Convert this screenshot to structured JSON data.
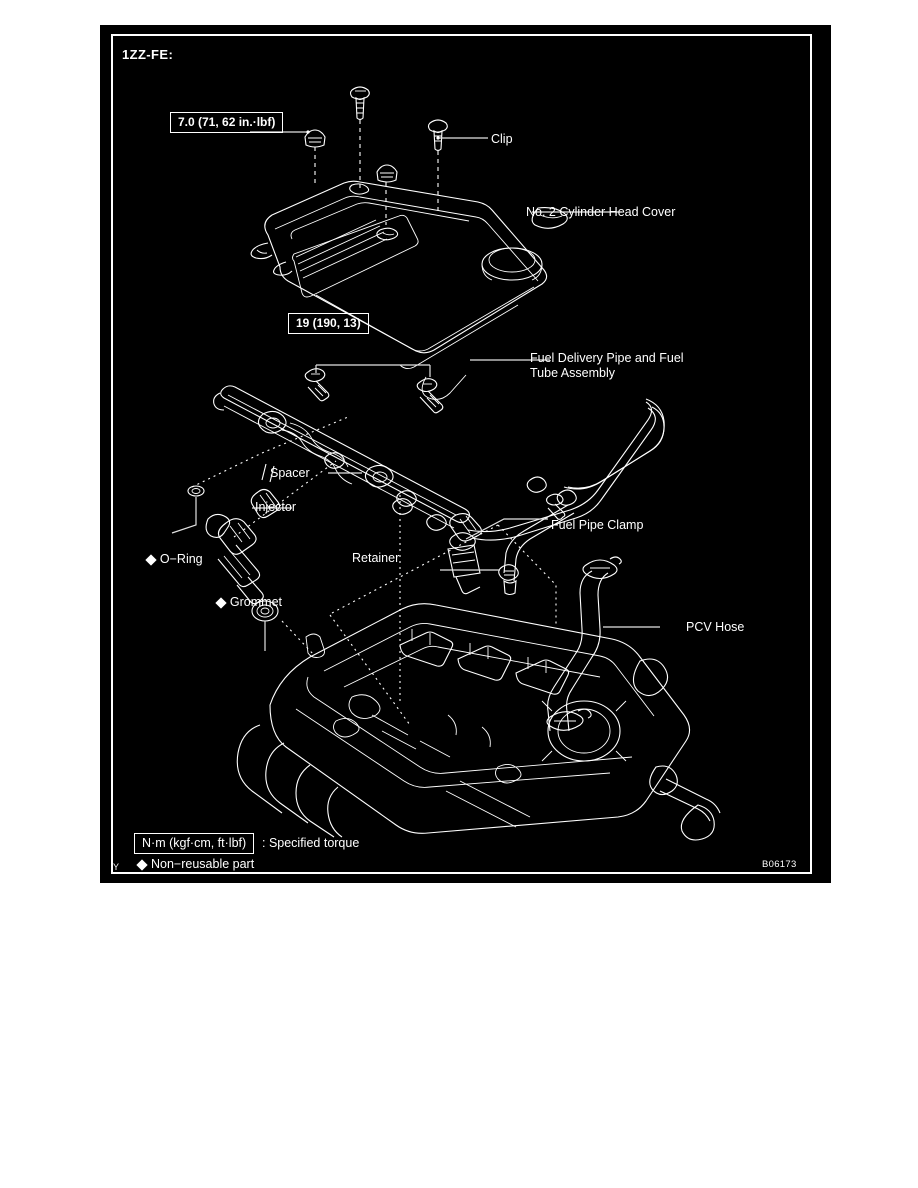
{
  "figure": {
    "engine_code": "1ZZ-FE:",
    "code_ref": "B06173",
    "corner_mark": "Y"
  },
  "torque_specs": [
    {
      "id": "cover-bolt-torque",
      "text": "7.0 (71, 62 in.·lbf)",
      "applies_to": "No. 2 Cylinder Head Cover bolt"
    },
    {
      "id": "fuel-pipe-bolt-torque",
      "text": "19 (190, 13)",
      "applies_to": "Fuel Delivery Pipe bolts"
    }
  ],
  "callouts": [
    {
      "id": "clip",
      "label": "Clip",
      "non_reusable": false
    },
    {
      "id": "no2-cylinder-head-cover",
      "label": "No. 2 Cylinder Head Cover",
      "non_reusable": false
    },
    {
      "id": "fuel-delivery-pipe",
      "label": "Fuel Delivery Pipe and Fuel",
      "label_line2": "Tube Assembly",
      "non_reusable": false
    },
    {
      "id": "spacer",
      "label": "Spacer",
      "non_reusable": false
    },
    {
      "id": "injector",
      "label": "Injector",
      "non_reusable": false
    },
    {
      "id": "o-ring",
      "label": "O−Ring",
      "non_reusable": true
    },
    {
      "id": "grommet",
      "label": "Grommet",
      "non_reusable": true
    },
    {
      "id": "retainer",
      "label": "Retainer",
      "non_reusable": false
    },
    {
      "id": "fuel-pipe-clamp",
      "label": "Fuel Pipe Clamp",
      "non_reusable": false
    },
    {
      "id": "pcv-hose",
      "label": "PCV Hose",
      "non_reusable": false
    }
  ],
  "legend": {
    "torque_units": "N·m (kgf·cm, ft·lbf)",
    "torque_meaning": ": Specified torque",
    "non_reusable": "Non−reusable part"
  },
  "colors": {
    "background": "#ffffff",
    "plate": "#000000",
    "ink": "#ffffff",
    "leader": "#e2e2e2"
  }
}
